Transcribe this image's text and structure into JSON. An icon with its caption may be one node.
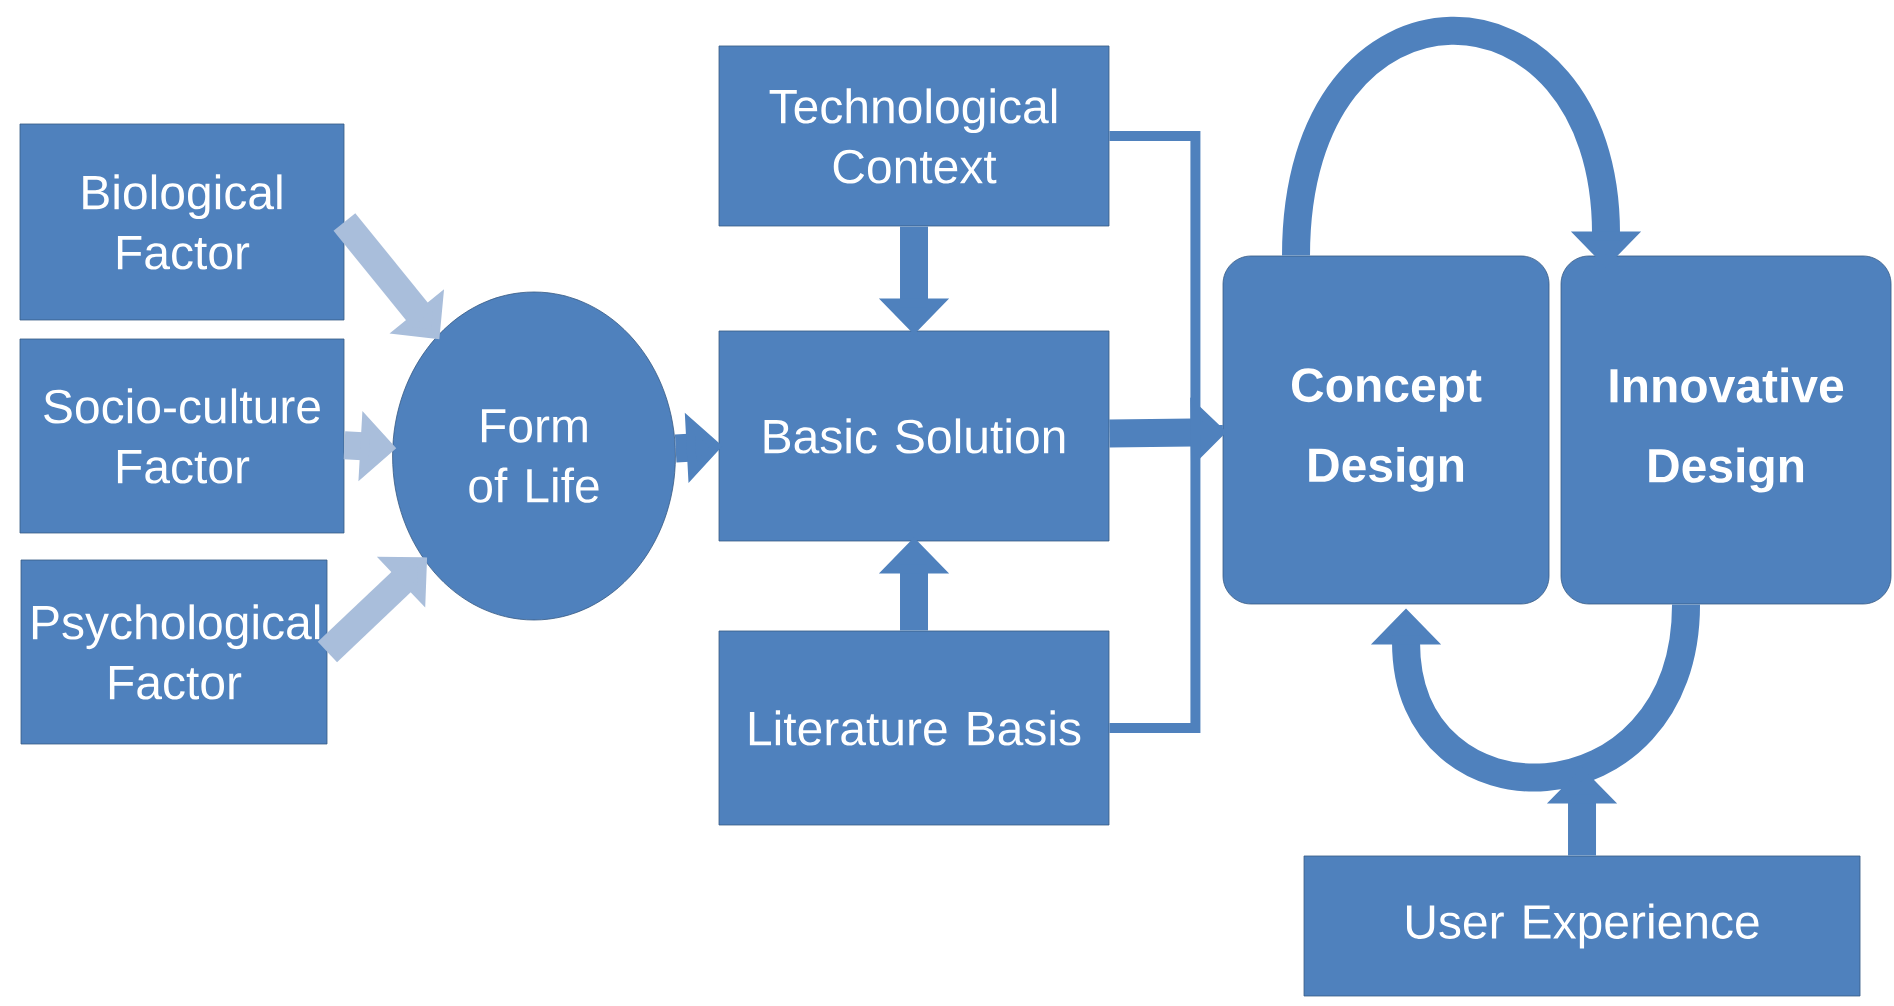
{
  "diagram": {
    "nodes": [
      {
        "text": [
          "Biological Factor"
        ]
      },
      {
        "text": [
          "Socio-culture Factor"
        ]
      },
      {
        "text": [
          "Psychological Factor"
        ]
      },
      {
        "text": [
          "Form of Life"
        ]
      },
      {
        "text": [
          "Technological Context"
        ]
      },
      {
        "text": [
          "Basic Solution"
        ]
      },
      {
        "text": [
          "Literature Basis"
        ]
      },
      {
        "text": [
          "Concept Design"
        ]
      },
      {
        "text": [
          "Innovative Design"
        ]
      },
      {
        "text": [
          "User Experience"
        ]
      }
    ],
    "edges": [
      {
        "from": 0,
        "to": 3,
        "arrow": "to",
        "color": "#a9bedb"
      },
      {
        "from": 1,
        "to": 3,
        "arrow": "to",
        "color": "#a9bedb"
      },
      {
        "from": 2,
        "to": 3,
        "arrow": "to",
        "color": "#a9bedb"
      },
      {
        "from": 3,
        "to": 5,
        "arrow": "to"
      },
      {
        "from": 4,
        "to": 5,
        "arrow": "to"
      },
      {
        "from": 6,
        "to": 5,
        "arrow": "to"
      },
      {
        "from": 5,
        "to": 7,
        "arrow": "to"
      },
      {
        "from": 4,
        "to": 7,
        "arrow": "none"
      },
      {
        "from": 6,
        "to": 7,
        "arrow": "none"
      },
      {
        "from": 7,
        "to": 8,
        "arrow": "to"
      },
      {
        "from": 8,
        "to": 7,
        "arrow": "to"
      },
      {
        "from": 9,
        "to": null,
        "arrow": "to"
      }
    ]
  }
}
